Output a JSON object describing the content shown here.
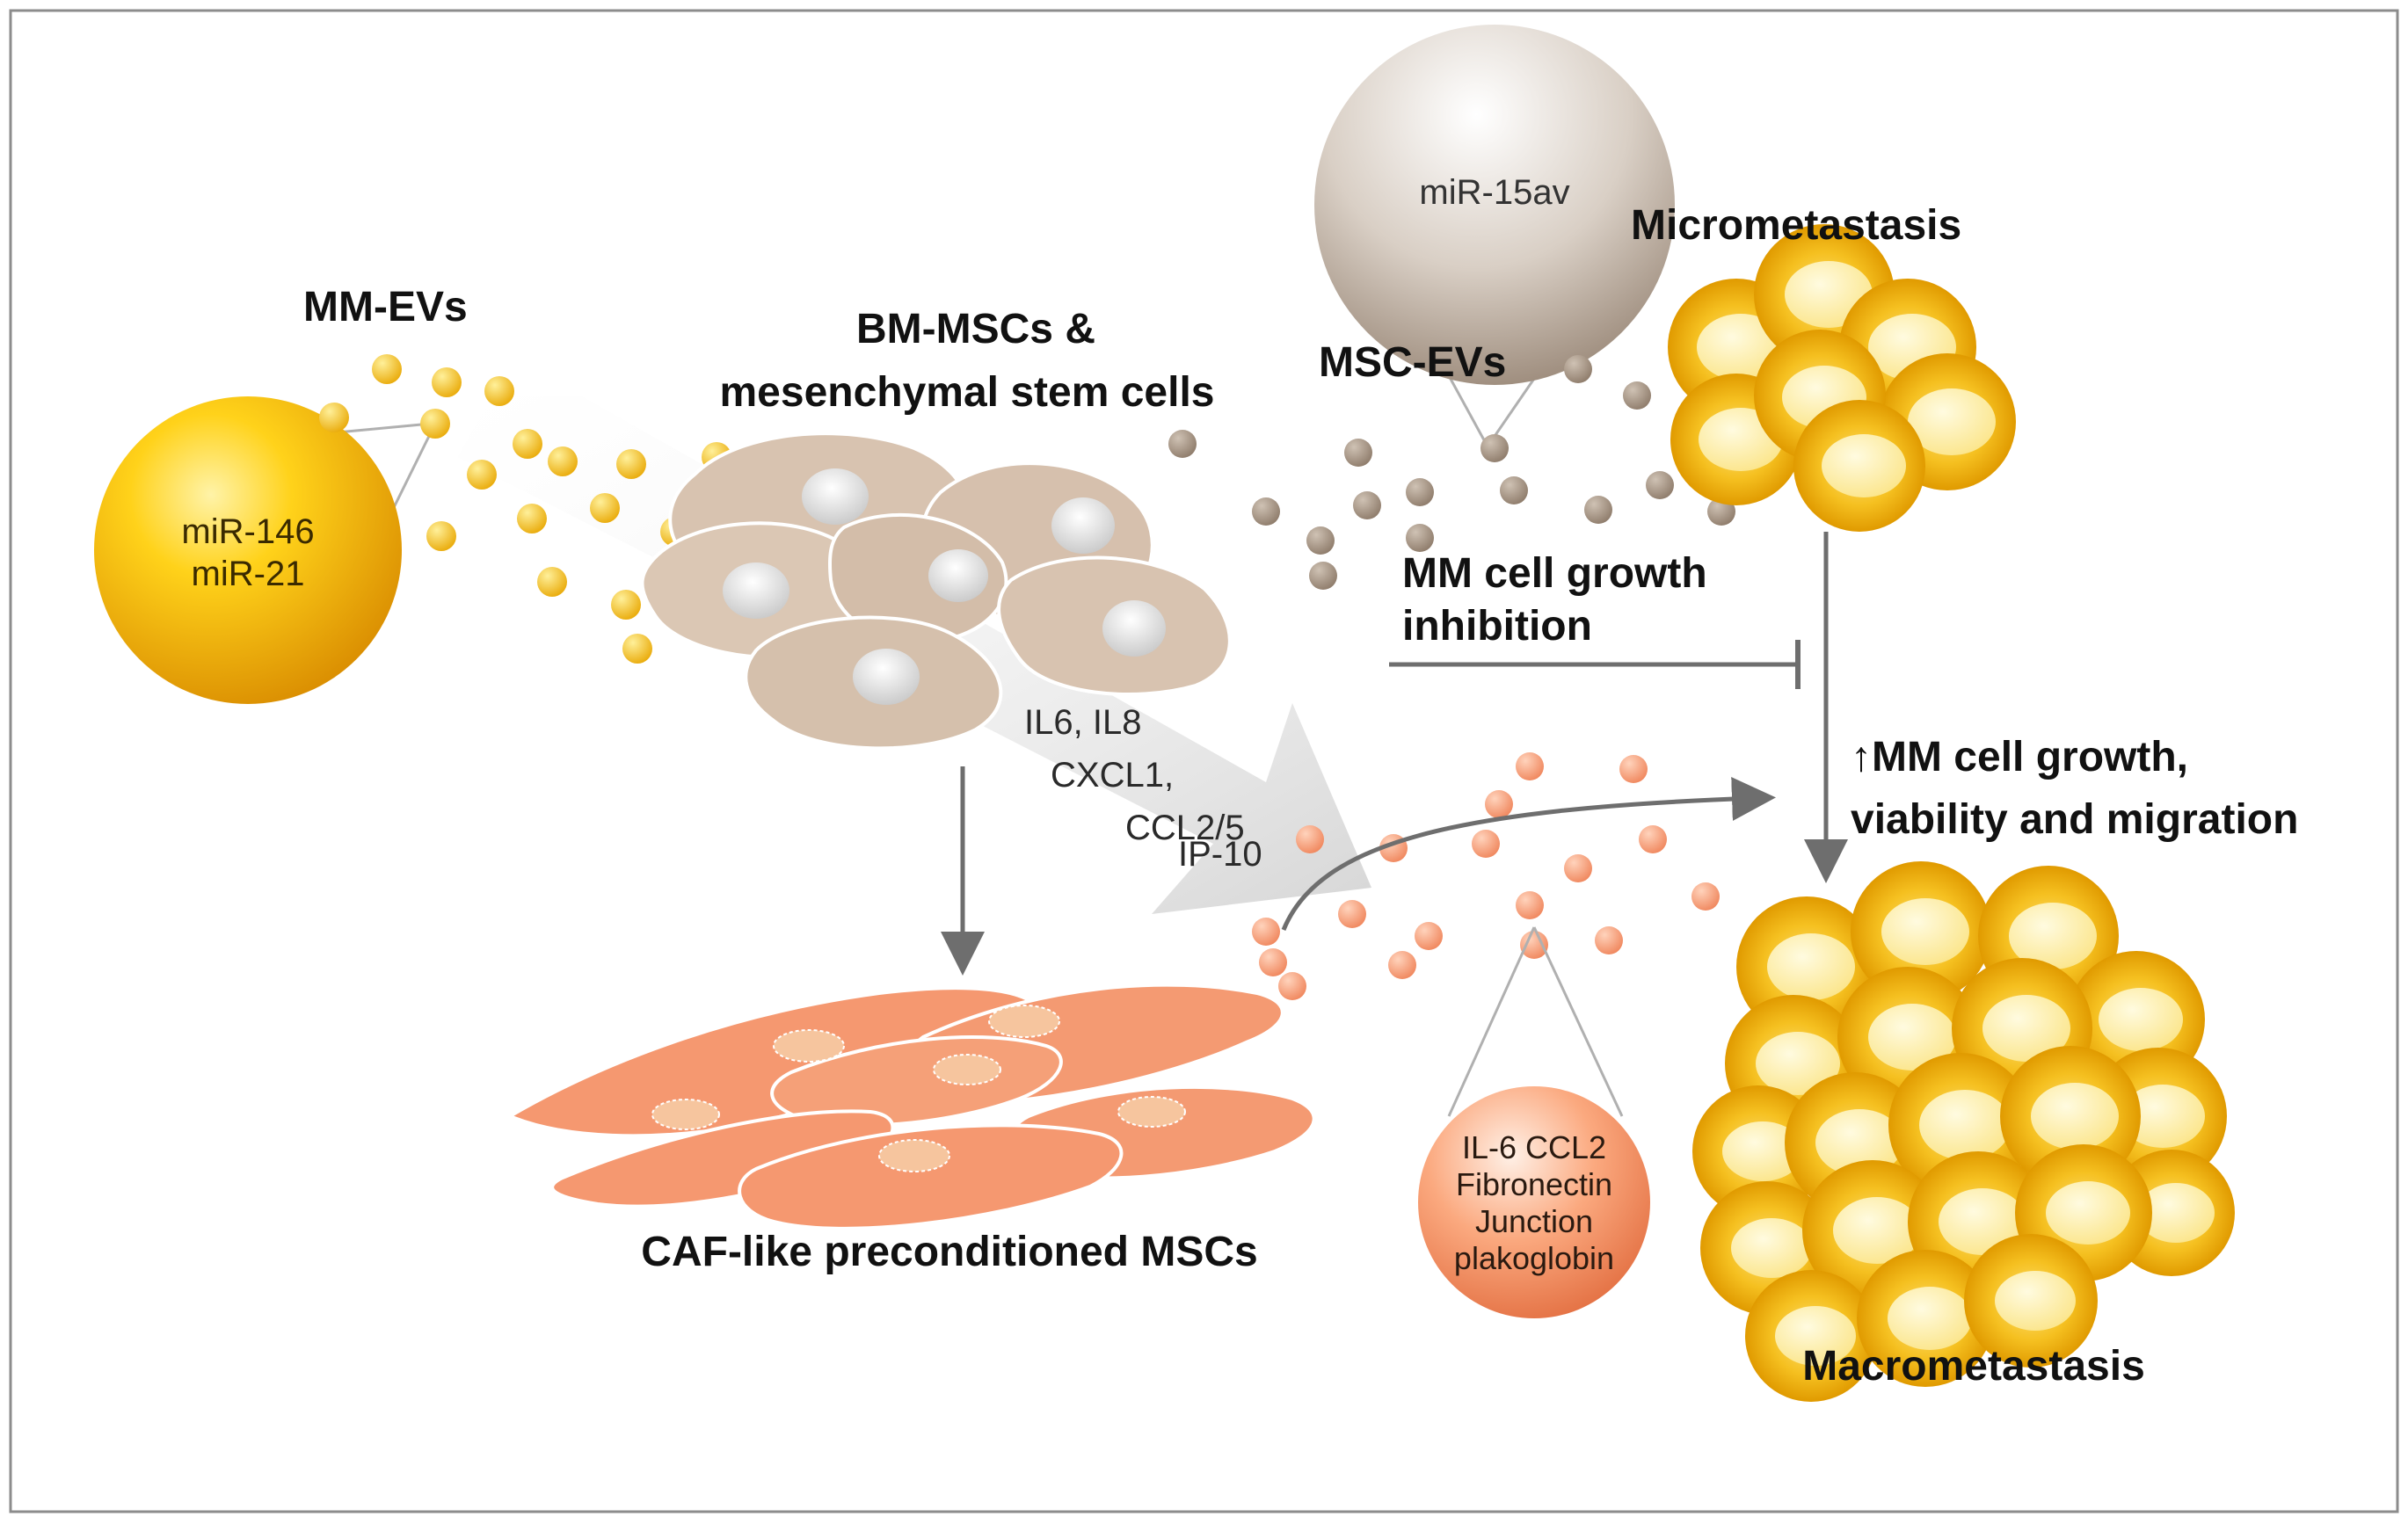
{
  "labels": {
    "mm_evs": "MM-EVs",
    "bm_mscs_line1": "BM-MSCs &",
    "bm_mscs_line2": "mesenchymal stem cells",
    "msc_evs": "MSC-EVs",
    "micrometastasis": "Micrometastasis",
    "mm_growth_inhibition_line1": "MM cell growth",
    "mm_growth_inhibition_line2": "inhibition",
    "mm_growth_up_line1": "↑MM cell growth,",
    "mm_growth_up_line2": "viability and migration",
    "caf_like": "CAF-like preconditioned  MSCs",
    "macrometastasis": "Macrometastasis"
  },
  "mm_ev_cargo": [
    "miR-146",
    "miR-21"
  ],
  "msc_ev_cargo": [
    "miR-15av"
  ],
  "cytokines": [
    "IL6, IL8",
    "CXCL1,",
    "CCL2/5",
    "IP-10"
  ],
  "caf_ev_cargo": [
    "IL-6 CCL2",
    "Fibronectin",
    "Junction",
    "plakoglobin"
  ],
  "colors": {
    "mm_ev": "#f5b800",
    "msc_ev": "#a69585",
    "caf_ev": "#f59a72",
    "msc_cell": "#d8c3b0",
    "caf_cell": "#f59870",
    "tumor_cell": "#f3b400",
    "arrow": "#6e6e6e"
  }
}
